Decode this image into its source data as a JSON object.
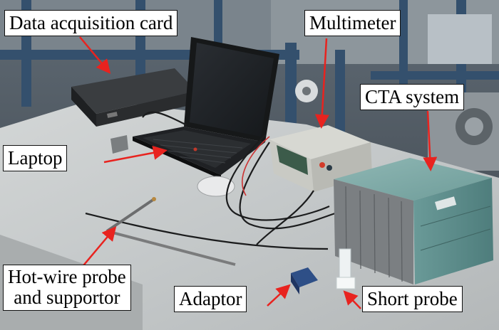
{
  "labels": {
    "data_acquisition_card": "Data acquisition card",
    "multimeter": "Multimeter",
    "cta_system": "CTA system",
    "laptop": "Laptop",
    "hot_wire_line1": "Hot-wire probe",
    "hot_wire_line2": "and supportor",
    "adaptor": "Adaptor",
    "short_probe": "Short probe"
  },
  "colors": {
    "arrow": "#e8231f",
    "label_border": "#111111",
    "label_background": "#ffffff"
  }
}
